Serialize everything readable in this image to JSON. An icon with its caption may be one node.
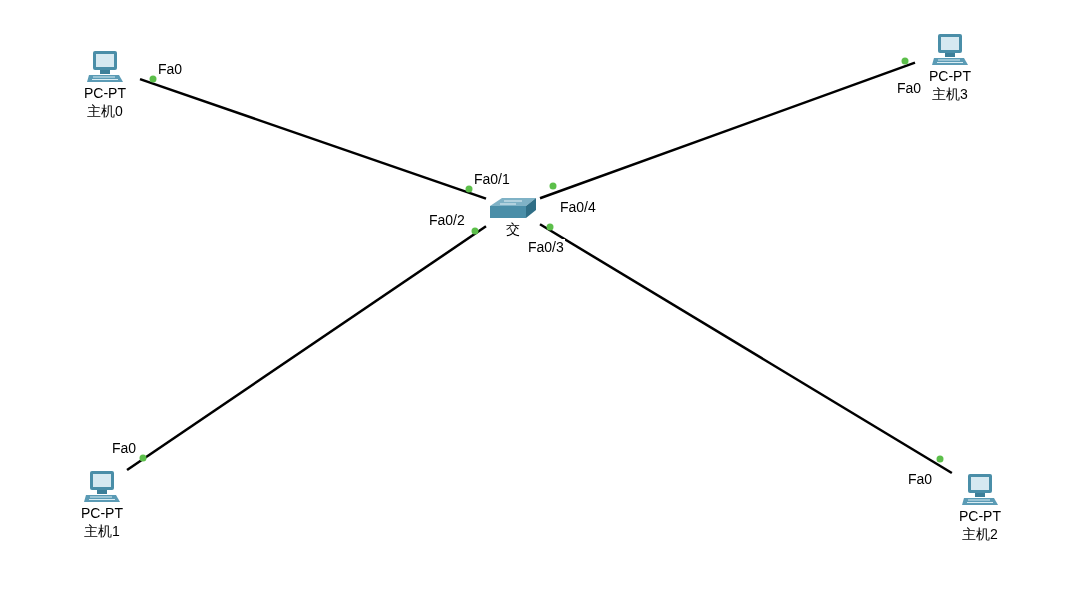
{
  "diagram": {
    "nodes": [
      {
        "text": [
          "PC-PT",
          "主机0"
        ]
      },
      {
        "text": [
          "PC-PT",
          "主机3"
        ]
      },
      {
        "text": [
          "交"
        ]
      },
      {
        "text": [
          "PC-PT",
          "主机1"
        ]
      },
      {
        "text": [
          "PC-PT",
          "主机2"
        ]
      }
    ],
    "edges": [
      {
        "from": 2,
        "to": 0,
        "arrow": "none"
      },
      {
        "from": 2,
        "to": 1,
        "arrow": "none"
      },
      {
        "from": 2,
        "to": 3,
        "arrow": "none"
      },
      {
        "from": 2,
        "to": 4,
        "arrow": "none"
      }
    ],
    "labels": [
      "Fa0",
      "Fa0",
      "Fa0/1",
      "Fa0/4",
      "Fa0/2",
      "Fa0/3",
      "Fa0",
      "Fa0"
    ]
  }
}
